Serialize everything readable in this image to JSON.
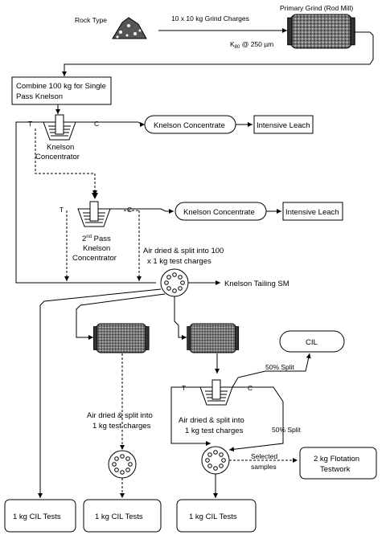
{
  "labels": {
    "rock_type": "Rock Type",
    "grind_charges": "10 x 10 kg Grind Charges",
    "primary_grind": "Primary Grind (Rod Mill)",
    "k80": "K",
    "k80_sub": "80",
    "k80_rest": " @ 250 µm",
    "combine_1": "Combine 100 kg for Single",
    "combine_2": "Pass Knelson",
    "t1": "T",
    "c1": "C",
    "knelson_conc_label_1": "Knelson",
    "knelson_conc_label_2": "Concentrator",
    "knelson_concentrate_1": "Knelson Concentrate",
    "intensive_leach_1": "Intensive Leach",
    "t2": "T",
    "c2": "C",
    "second_pass_1": "2",
    "second_pass_sup": "nd",
    "second_pass_1b": " Pass",
    "second_pass_2": "Knelson",
    "second_pass_3": "Concentrator",
    "knelson_concentrate_2": "Knelson Concentrate",
    "intensive_leach_2": "Intensive Leach",
    "air_dried_top_1": "Air dried & split into 100",
    "air_dried_top_2": "x 1 kg test charges",
    "knelson_tailing": "Knelson Tailing SM",
    "cil": "CIL",
    "split_50_top": "50% Split",
    "split_50_bottom": "50% Split",
    "t3": "T",
    "c3": "C",
    "air_dried_mid_1": "Air dried & split into",
    "air_dried_mid_2": "1 kg test charges",
    "air_dried_right_1": "Air dried & split into",
    "air_dried_right_2": "1 kg test charges",
    "selected_1": "Selected",
    "selected_2": "samples",
    "flotation_1": "2 kg Flotation",
    "flotation_2": "Testwork",
    "cil_tests_1": "1 kg CIL Tests",
    "cil_tests_2": "1 kg CIL Tests",
    "cil_tests_3": "1 kg CIL Tests"
  }
}
